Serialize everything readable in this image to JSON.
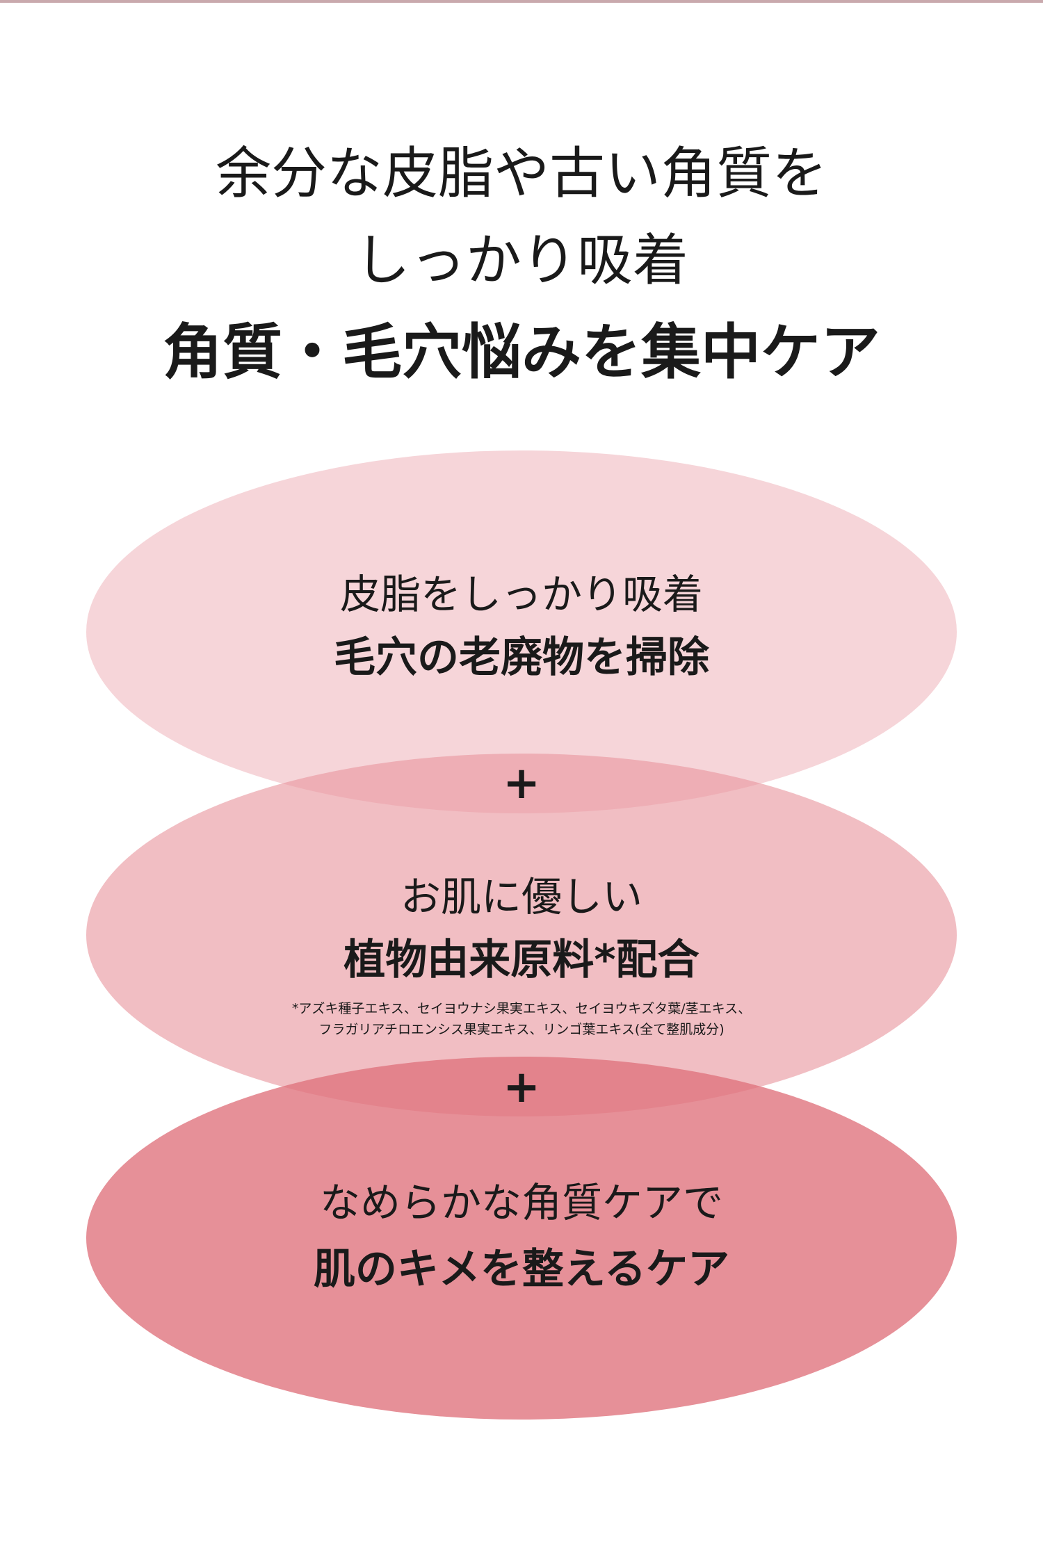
{
  "headline": {
    "line1": "余分な皮脂や古い角質を",
    "line2": "しっかり吸着",
    "line3": "角質・毛穴悩みを集中ケア"
  },
  "features": [
    {
      "lead": "皮脂をしっかり吸着",
      "main": "毛穴の老廃物を掃除"
    },
    {
      "lead": "お肌に優しい",
      "main": "植物由来原料*配合",
      "note_line1": "*アズキ種子エキス、セイヨウナシ果実エキス、セイヨウキズタ葉/茎エキス、",
      "note_line2": "フラガリアチロエンシス果実エキス、リンゴ葉エキス(全て整肌成分)"
    },
    {
      "lead": "なめらかな角質ケアで",
      "main": "肌のキメを整えるケア"
    }
  ],
  "connector": "+",
  "colors": {
    "ellipse_1": "#f4d3d6",
    "ellipse_2": "#efb7bc",
    "ellipse_3": "#e5868f",
    "overlap": "#e3858d",
    "text": "#1a1a1a"
  }
}
